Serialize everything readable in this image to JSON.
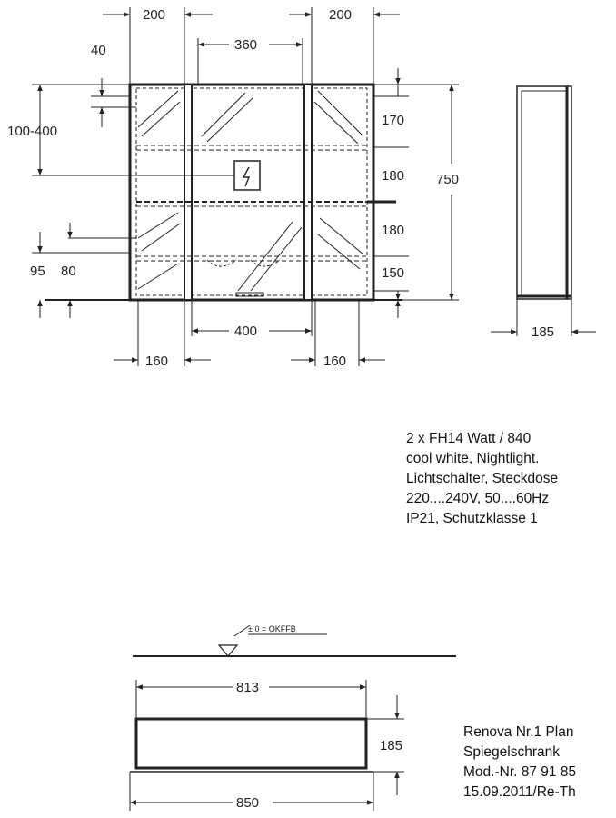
{
  "front_view": {
    "dims": {
      "top_left_gap": "200",
      "top_right_gap": "200",
      "top_middle": "360",
      "side_offset": "40",
      "switch_height": "100-400",
      "shelf_1": "170",
      "shelf_2": "180",
      "shelf_3": "180",
      "shelf_4": "150",
      "total_height": "750",
      "left_95": "95",
      "left_80": "80",
      "bottom_middle": "400",
      "bottom_left": "160",
      "bottom_right": "160"
    }
  },
  "side_view": {
    "depth": "185"
  },
  "notes": {
    "lines": [
      "2 x FH14 Watt / 840",
      "cool white, Nightlight.",
      "Lichtschalter, Steckdose",
      "220....240V, 50....60Hz",
      "IP21, Schutzklasse 1"
    ]
  },
  "plan_view": {
    "level_label": "± 0 = OKFFB",
    "inner_width": "813",
    "outer_width": "850",
    "depth": "185"
  },
  "title_block": {
    "line1": "Renova Nr.1 Plan",
    "line2": "Spiegelschrank",
    "line3": "Mod.-Nr. 87 91 85",
    "line4": "15.09.2011/Re-Th"
  }
}
